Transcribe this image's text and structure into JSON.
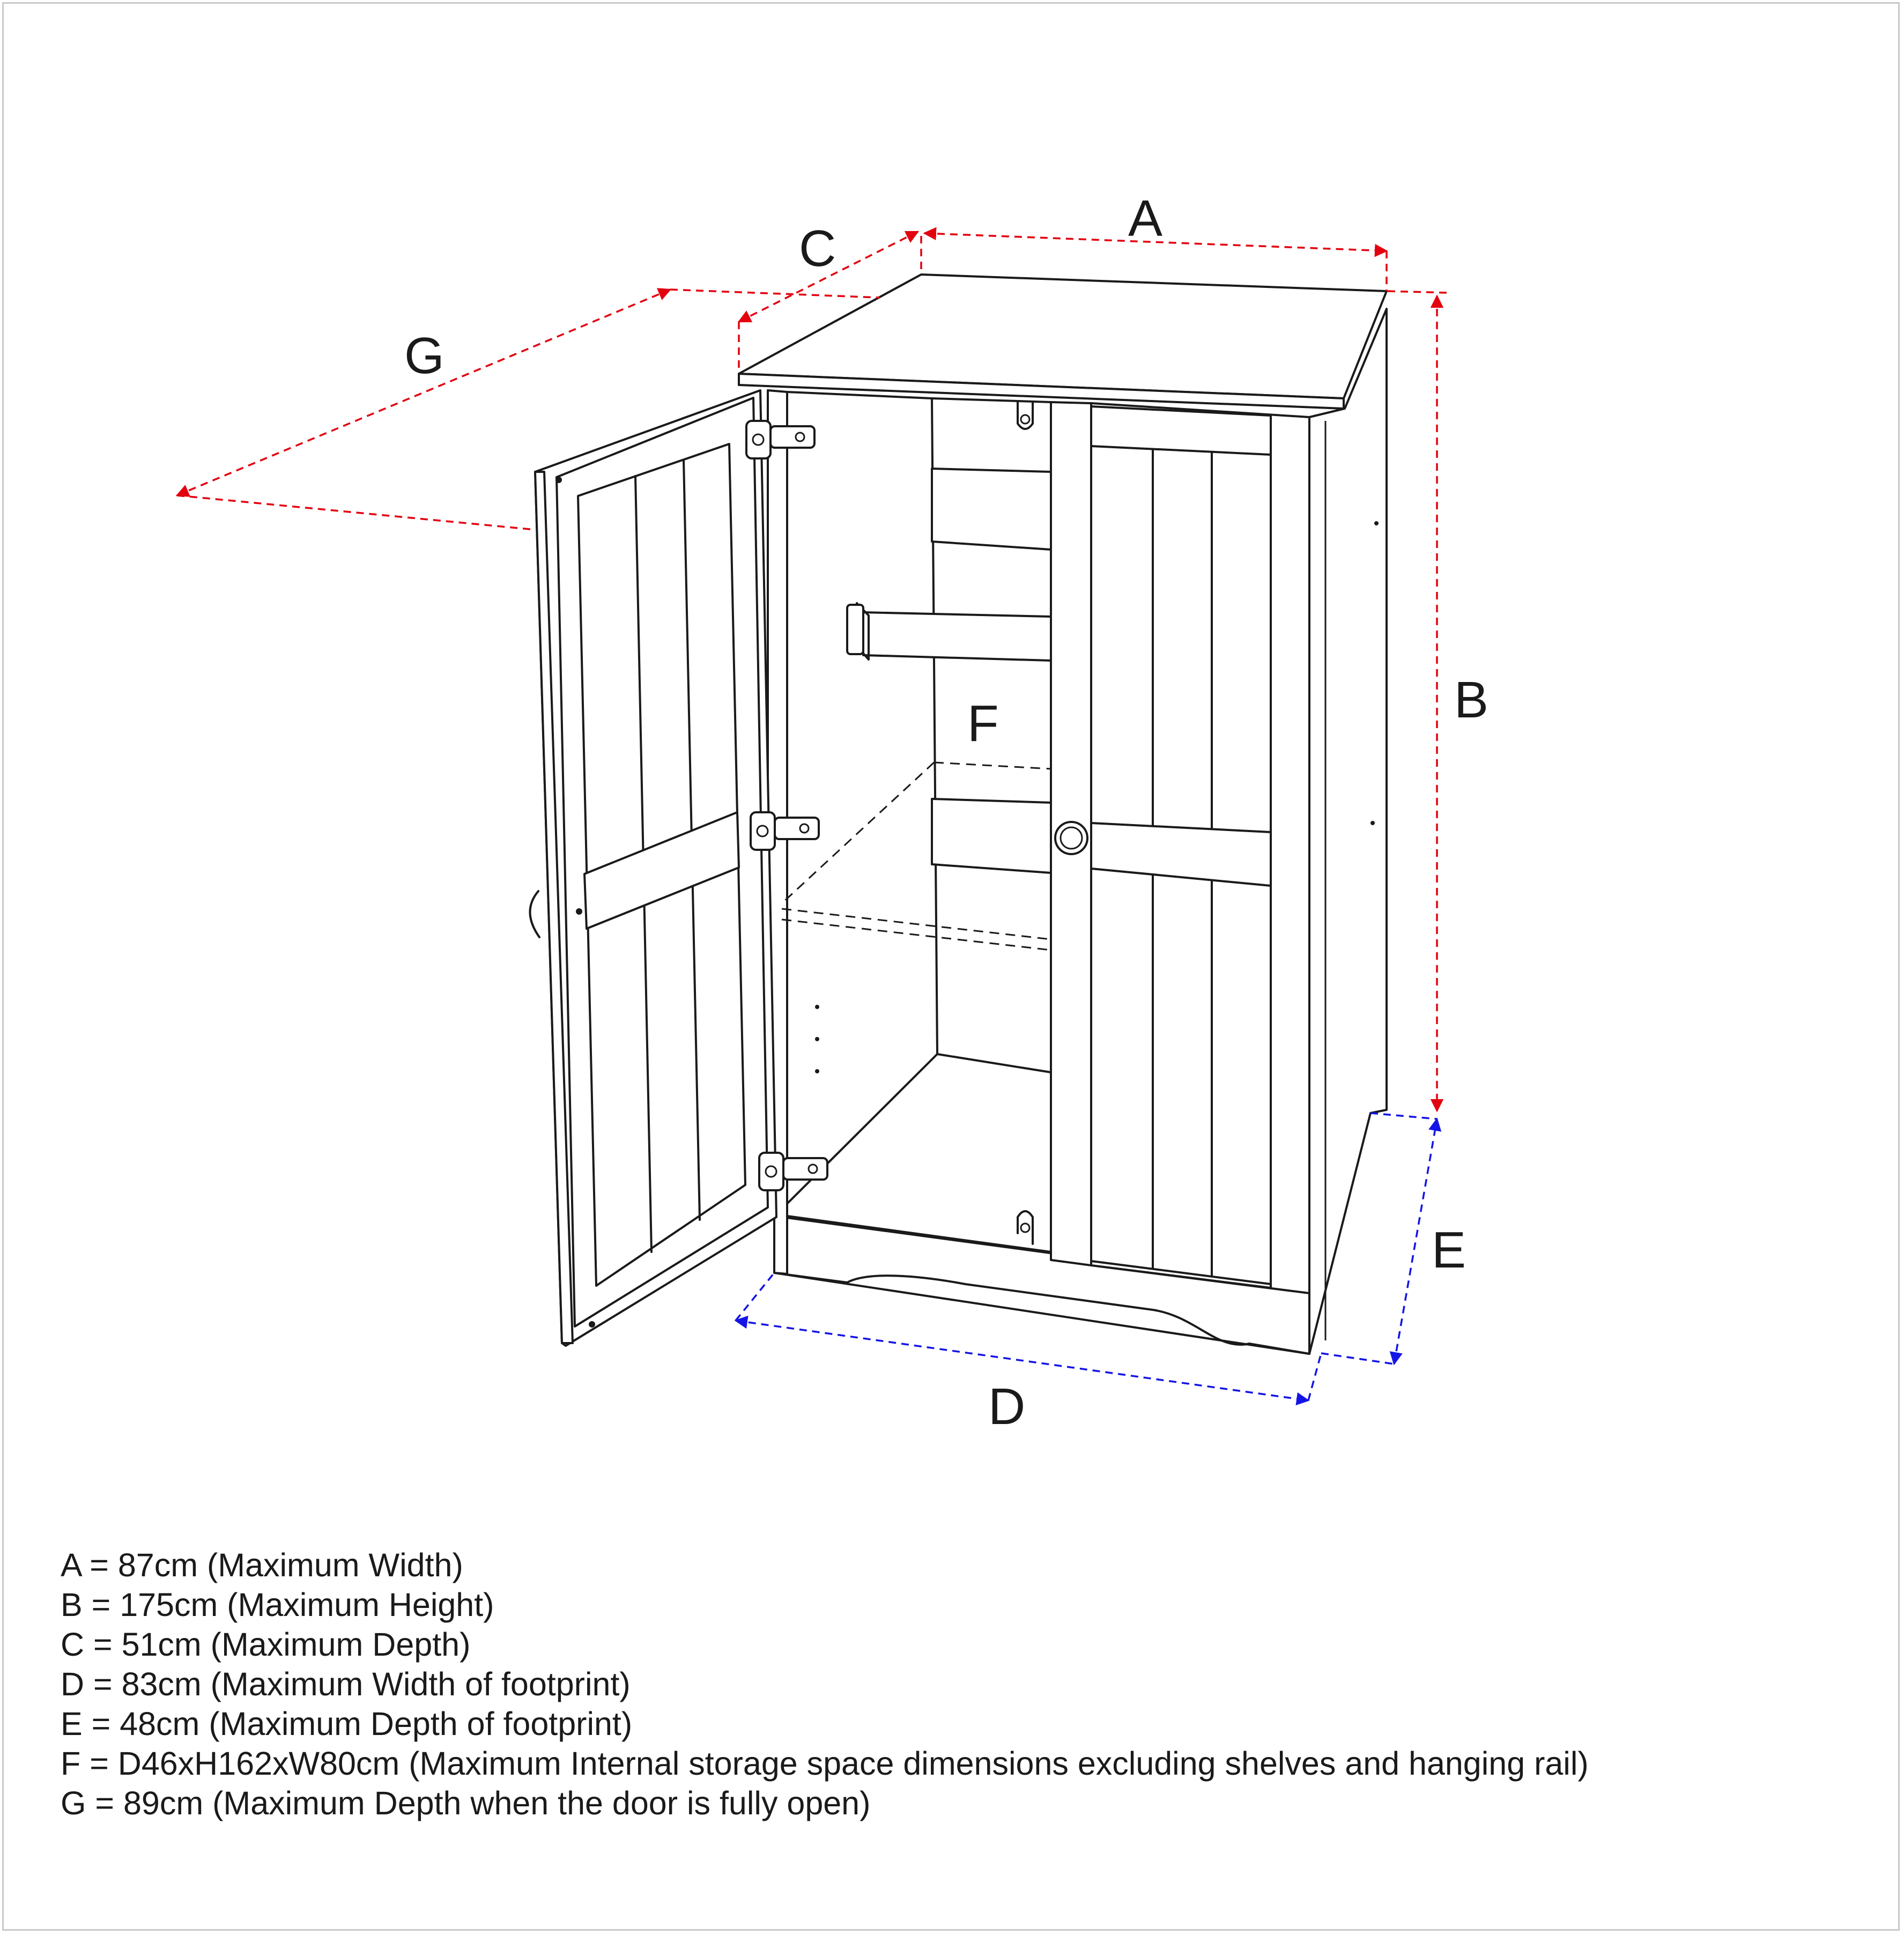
{
  "dimension_labels": {
    "a": "A",
    "b": "B",
    "c": "C",
    "d": "D",
    "e": "E",
    "f": "F",
    "g": "G"
  },
  "legend": [
    "A = 87cm (Maximum Width)",
    "B = 175cm (Maximum Height)",
    "C = 51cm (Maximum Depth)",
    "D = 83cm (Maximum Width of footprint)",
    "E = 48cm (Maximum Depth of footprint)",
    "F = D46xH162xW80cm (Maximum Internal storage space dimensions excluding shelves and hanging rail)",
    "G = 89cm (Maximum Depth when the door is fully open)"
  ],
  "colors": {
    "overall_dimension_arrows": "#e3000f",
    "footprint_dimension_arrows": "#1414e6",
    "line_art": "#1a1a1a",
    "frame_border": "#c9c9c9"
  }
}
